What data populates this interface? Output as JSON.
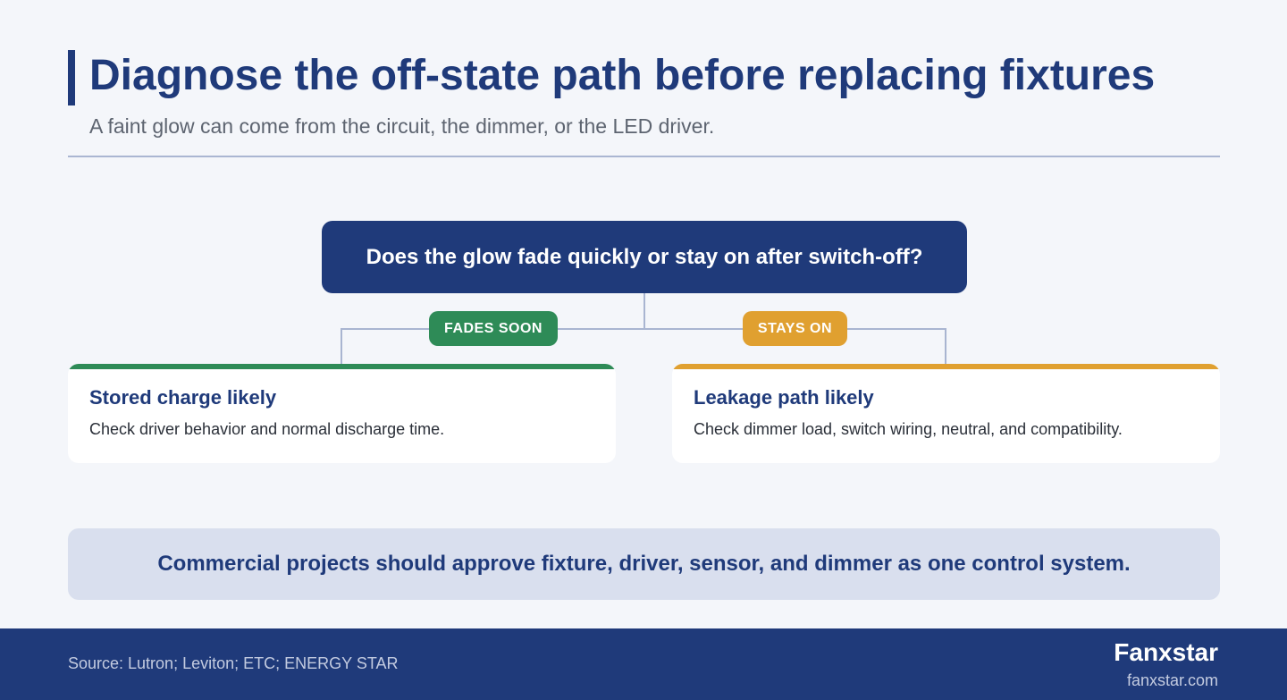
{
  "header": {
    "title": "Diagnose the off-state path before replacing fixtures",
    "subtitle": "A faint glow can come from the circuit, the dimmer, or the LED driver."
  },
  "flow": {
    "question": "Does the glow fade quickly or stay on after switch-off?",
    "branches": [
      {
        "label": "FADES SOON",
        "title": "Stored charge likely",
        "text": "Check driver behavior and normal discharge time.",
        "color": "#2e8b57"
      },
      {
        "label": "STAYS ON",
        "title": "Leakage path likely",
        "text": "Check dimmer load, switch wiring, neutral, and compatibility.",
        "color": "#e0a030"
      }
    ]
  },
  "note": "Commercial projects should approve fixture, driver, sensor, and dimmer as one control system.",
  "footer": {
    "source": "Source: Lutron; Leviton; ETC; ENERGY STAR",
    "brand": "Fanxstar",
    "domain": "fanxstar.com"
  },
  "colors": {
    "primary": "#1f3a7a",
    "green": "#2e8b57",
    "amber": "#e0a030",
    "connector": "#a9b5d1"
  }
}
